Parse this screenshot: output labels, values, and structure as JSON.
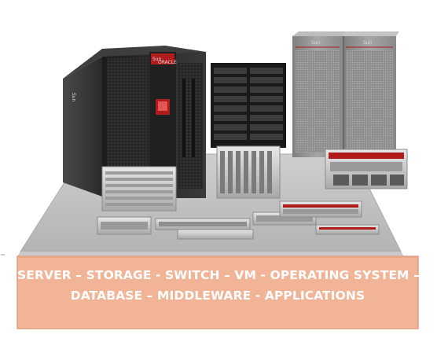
{
  "banner": {
    "line1": "SERVER – STORAGE - SWITCH – VM - OPERATING SYSTEM –",
    "line2": "DATABASE – MIDDLEWARE - APPLICATIONS"
  },
  "hardware": {
    "rack_left_brand": "Sun",
    "rack_left_label": "ORACLE",
    "rack_right_brand": "Sun"
  },
  "colors": {
    "platform_top": "#bdbdbd",
    "banner_fill": "#f2b496",
    "banner_border": "#e0a080",
    "rack_dark": "#2b2b2b",
    "accent_red": "#b01c1c",
    "cabinet_gray": "#9a9a9a"
  }
}
